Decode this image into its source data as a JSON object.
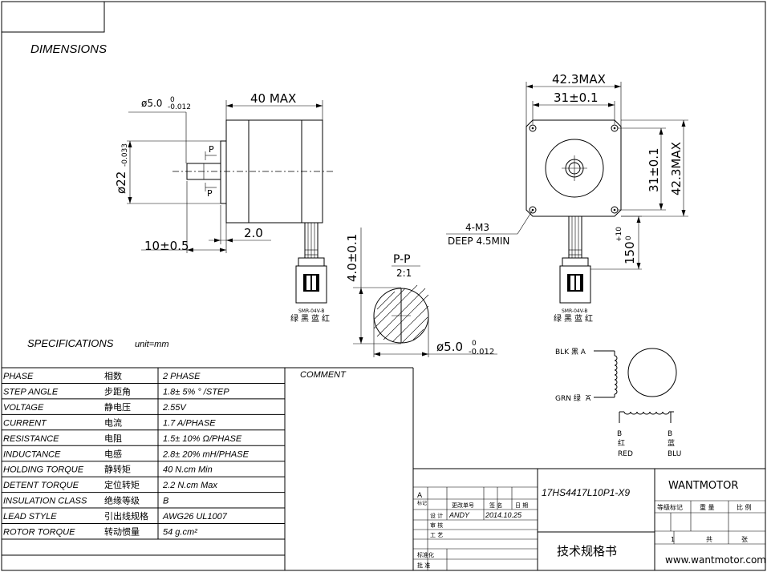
{
  "header": {
    "dimensions_title": "DIMENSIONS",
    "spec_title": "SPECIFICATIONS",
    "spec_unit": "unit=mm"
  },
  "drawing": {
    "side_view": {
      "shaft_dia": "ø5.0",
      "shaft_tol_top": "0",
      "shaft_tol_bottom": "-0.012",
      "body_length": "40 MAX",
      "boss_dia": "ø22",
      "boss_tol": "-0.033",
      "section_mark_top": "P",
      "section_mark_bottom": "P",
      "shaft_length": "10±0.5",
      "boss_length": "2.0",
      "connector_label": "SMR-04V-B",
      "wire_colors": "绿黑蓝红"
    },
    "section": {
      "height": "4.0±0.1",
      "label": "P-P",
      "scale": "2:1",
      "dia": "ø5.0",
      "tol_top": "0",
      "tol_bottom": "-0.012"
    },
    "front_view": {
      "width_max": "42.3MAX",
      "hole_spacing_h": "31±0.1",
      "hole_spacing_v": "31±0.1",
      "height_max": "42.3MAX",
      "holes_label": "4-M3",
      "holes_depth": "DEEP 4.5MIN",
      "lead_length": "150",
      "lead_tol_top": "+10",
      "lead_tol_bottom": "0",
      "connector_label": "SMR-04V-B",
      "wire_colors": "绿黑蓝红"
    },
    "wiring": {
      "blk_label": "BLK 黑 A",
      "grn_label": "GRN 绿",
      "grn_a": "A",
      "b_left_top": "B",
      "b_left_cn": "红",
      "b_left_en": "RED",
      "b_right_top": "B",
      "b_right_cn": "蓝",
      "b_right_en": "BLU"
    }
  },
  "specifications": {
    "comment_header": "COMMENT",
    "rows": [
      {
        "en": "PHASE",
        "cn": "相数",
        "value": "2  PHASE"
      },
      {
        "en": "STEP ANGLE",
        "cn": "步距角",
        "value": "1.8± 5% ° /STEP"
      },
      {
        "en": "VOLTAGE",
        "cn": "静电压",
        "value": "2.55V"
      },
      {
        "en": "CURRENT",
        "cn": "电流",
        "value": "1.7 A/PHASE"
      },
      {
        "en": "RESISTANCE",
        "cn": "电阻",
        "value": "1.5± 10%  Ω/PHASE"
      },
      {
        "en": "INDUCTANCE",
        "cn": "电感",
        "value": "2.8± 20% mH/PHASE"
      },
      {
        "en": "HOLDING TORQUE",
        "cn": "静转矩",
        "value": "40  N.cm Min"
      },
      {
        "en": "DETENT TORQUE",
        "cn": "定位转矩",
        "value": "2.2 N.cm Max"
      },
      {
        "en": "INSULATION CLASS",
        "cn": "绝缘等级",
        "value": "B"
      },
      {
        "en": "LEAD STYLE",
        "cn": "引出线规格",
        "value": "AWG26 UL1007"
      },
      {
        "en": "ROTOR TORQUE",
        "cn": "转动惯量",
        "value": "54 g.cm²"
      }
    ]
  },
  "title_block": {
    "revision": "A",
    "mark_label": "标记",
    "change_label": "更改单号",
    "sign_label": "签 名",
    "date_label": "日 期",
    "design_label": "设 计",
    "designer": "ANDY",
    "design_date": "2014.10.25",
    "review_label": "审 核",
    "process_label": "工 艺",
    "standard_label": "标准化",
    "approve_label": "批 准",
    "part_number": "17HS4417L10P1-X9",
    "company": "WANTMOTOR",
    "doc_title": "技术规格书",
    "stage_label": "等级标记",
    "weight_label": "重 量",
    "scale_label": "比 例",
    "sheet_count": "1",
    "total_label": "共",
    "sheet_label": "张",
    "website": "www.wantmotor.com"
  }
}
